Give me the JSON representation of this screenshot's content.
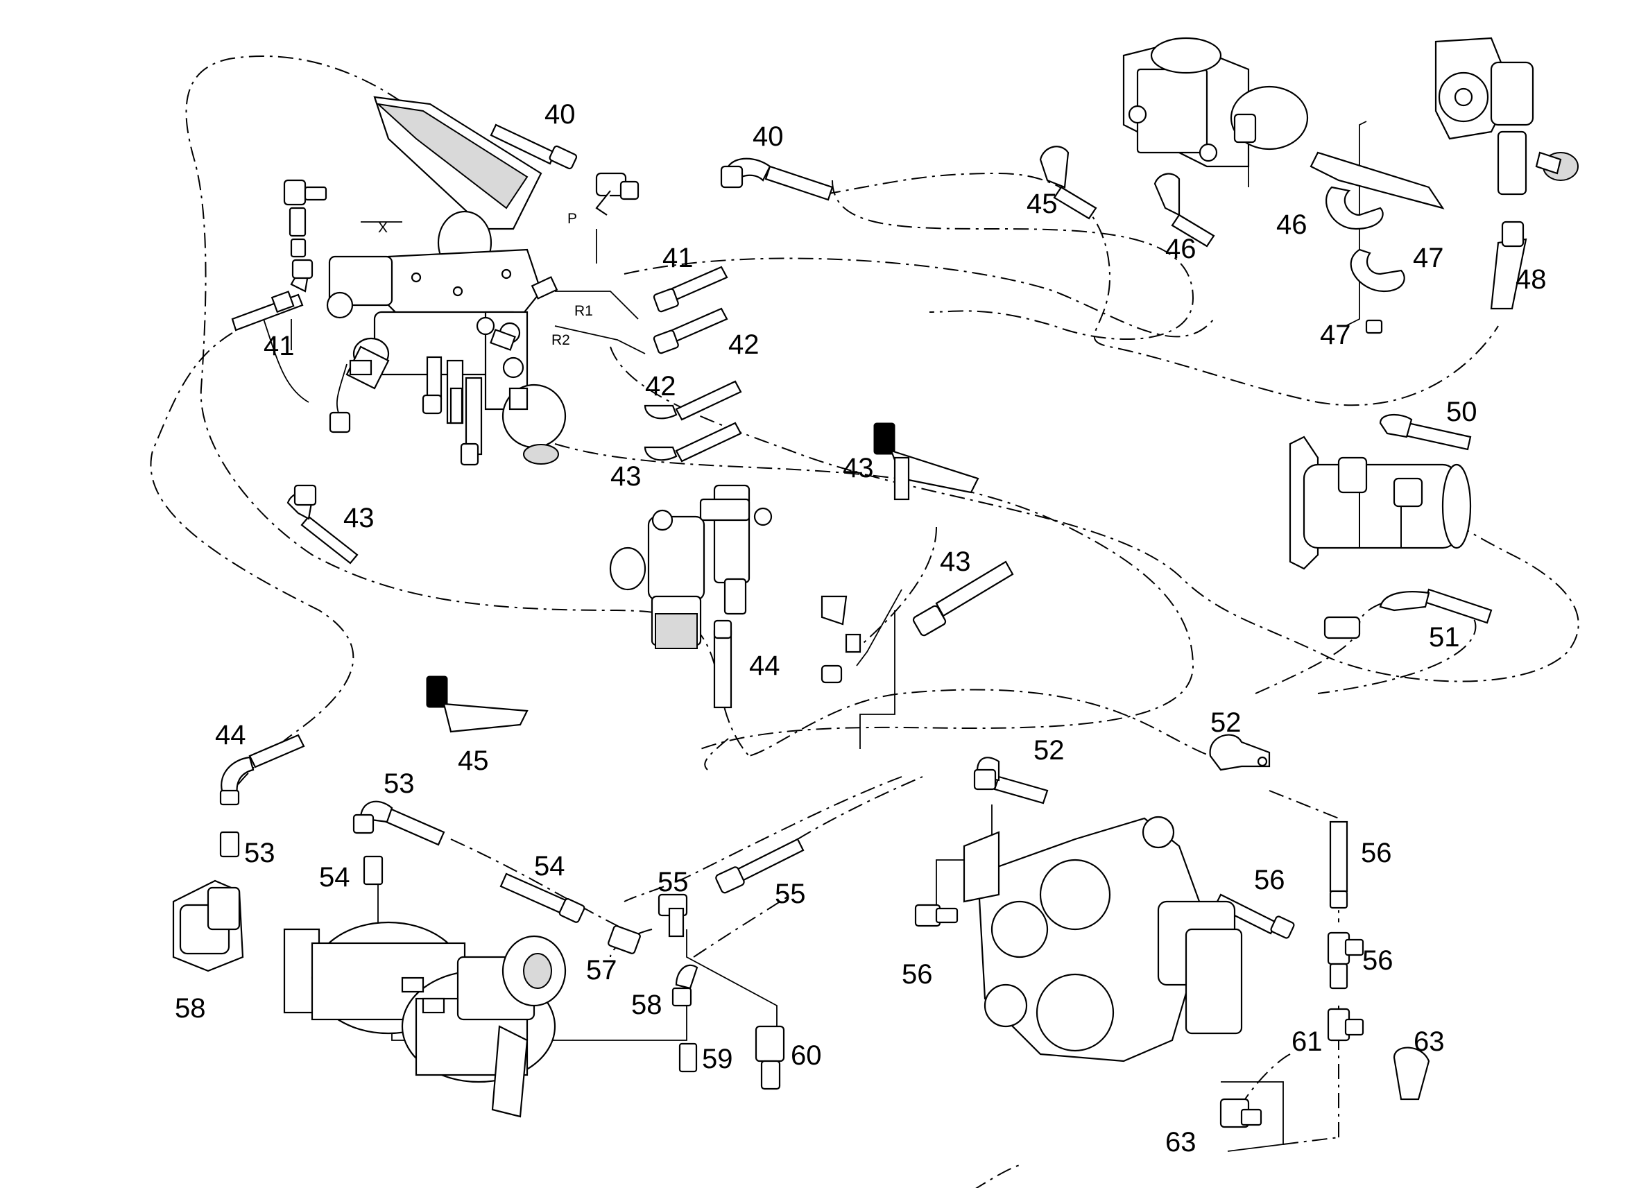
{
  "callouts": [
    {
      "id": "c40a",
      "text": "40"
    },
    {
      "id": "c40b",
      "text": "40"
    },
    {
      "id": "c41a",
      "text": "41"
    },
    {
      "id": "c41b",
      "text": "41"
    },
    {
      "id": "c42a",
      "text": "42"
    },
    {
      "id": "c42b",
      "text": "42"
    },
    {
      "id": "c43a",
      "text": "43"
    },
    {
      "id": "c43b",
      "text": "43"
    },
    {
      "id": "c43c",
      "text": "43"
    },
    {
      "id": "c43d",
      "text": "43"
    },
    {
      "id": "c44a",
      "text": "44"
    },
    {
      "id": "c44b",
      "text": "44"
    },
    {
      "id": "c45a",
      "text": "45"
    },
    {
      "id": "c45b",
      "text": "45"
    },
    {
      "id": "c46a",
      "text": "46"
    },
    {
      "id": "c46b",
      "text": "46"
    },
    {
      "id": "c47a",
      "text": "47"
    },
    {
      "id": "c47b",
      "text": "47"
    },
    {
      "id": "c48",
      "text": "48"
    },
    {
      "id": "c50",
      "text": "50"
    },
    {
      "id": "c51",
      "text": "51"
    },
    {
      "id": "c52a",
      "text": "52"
    },
    {
      "id": "c52b",
      "text": "52"
    },
    {
      "id": "c53a",
      "text": "53"
    },
    {
      "id": "c53b",
      "text": "53"
    },
    {
      "id": "c54a",
      "text": "54"
    },
    {
      "id": "c54b",
      "text": "54"
    },
    {
      "id": "c55a",
      "text": "55"
    },
    {
      "id": "c55b",
      "text": "55"
    },
    {
      "id": "c56a",
      "text": "56"
    },
    {
      "id": "c56b",
      "text": "56"
    },
    {
      "id": "c56c",
      "text": "56"
    },
    {
      "id": "c56d",
      "text": "56"
    },
    {
      "id": "c57",
      "text": "57"
    },
    {
      "id": "c58a",
      "text": "58"
    },
    {
      "id": "c58b",
      "text": "58"
    },
    {
      "id": "c59",
      "text": "59"
    },
    {
      "id": "c60",
      "text": "60"
    },
    {
      "id": "c61",
      "text": "61"
    },
    {
      "id": "c63a",
      "text": "63"
    },
    {
      "id": "c63b",
      "text": "63"
    }
  ],
  "port_labels": {
    "x": "X",
    "p": "P",
    "r1": "R1",
    "r2": "R2"
  }
}
